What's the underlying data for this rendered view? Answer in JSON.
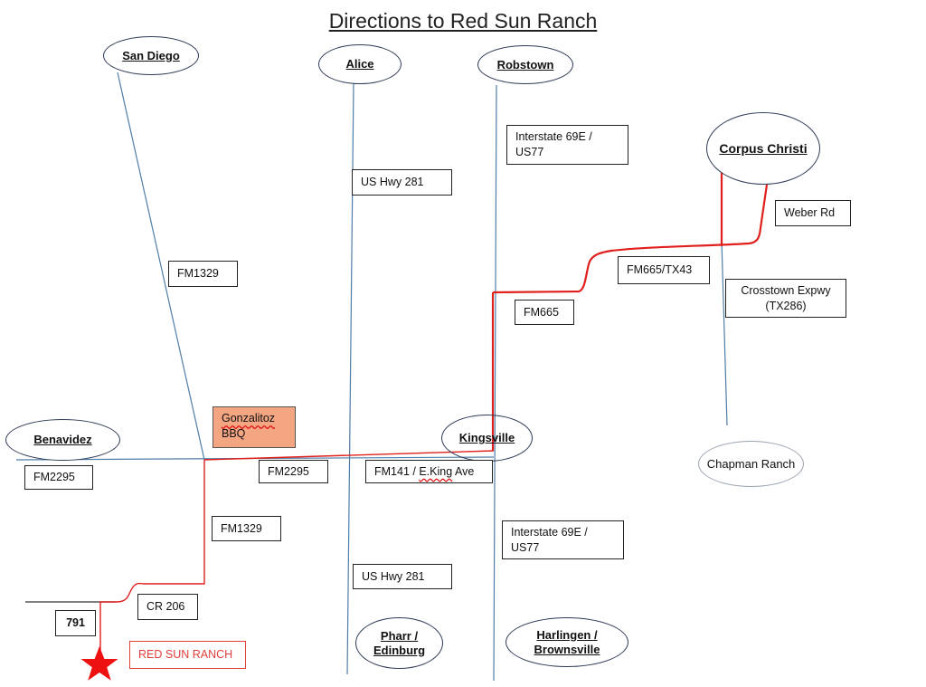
{
  "title": "Directions to Red Sun Ranch",
  "route_color": "#e0201c",
  "road_color": "#4f7ea8",
  "places": {
    "san_diego": "San Diego",
    "alice": "Alice",
    "robstown": "Robstown",
    "corpus_christi": "Corpus Christi",
    "benavidez": "Benavidez",
    "kingsville": "Kingsville",
    "chapman_ranch": "Chapman Ranch",
    "pharr_line1": "Pharr /",
    "pharr_line2": "Edinburg",
    "harlingen_line1": "Harlingen /",
    "harlingen_line2": "Brownsville"
  },
  "roads": {
    "i69_north_line1": "Interstate 69E /",
    "i69_north_line2": "US77",
    "hwy281_north": "US Hwy 281",
    "weber": "Weber Rd",
    "fm1329_north": "FM1329",
    "fm665_tx43": "FM665/TX43",
    "crosstown_line1": "Crosstown Expwy",
    "crosstown_line2": "(TX286)",
    "fm665": "FM665",
    "fm2295_west": "FM2295",
    "fm2295_mid": "FM2295",
    "fm141_prefix": "FM141 / ",
    "fm141_squiggle": "E.King",
    "fm141_suffix": " Ave",
    "fm1329_south": "FM1329",
    "i69_south_line1": "Interstate 69E /",
    "i69_south_line2": "US77",
    "hwy281_south": "US Hwy 281",
    "cr206": "CR 206",
    "road791": "791"
  },
  "poi": {
    "gonzalitoz": "Gonzalitoz",
    "bbq": "BBQ",
    "destination": "RED SUN RANCH"
  },
  "icons": {
    "destination_marker": "star-icon"
  }
}
